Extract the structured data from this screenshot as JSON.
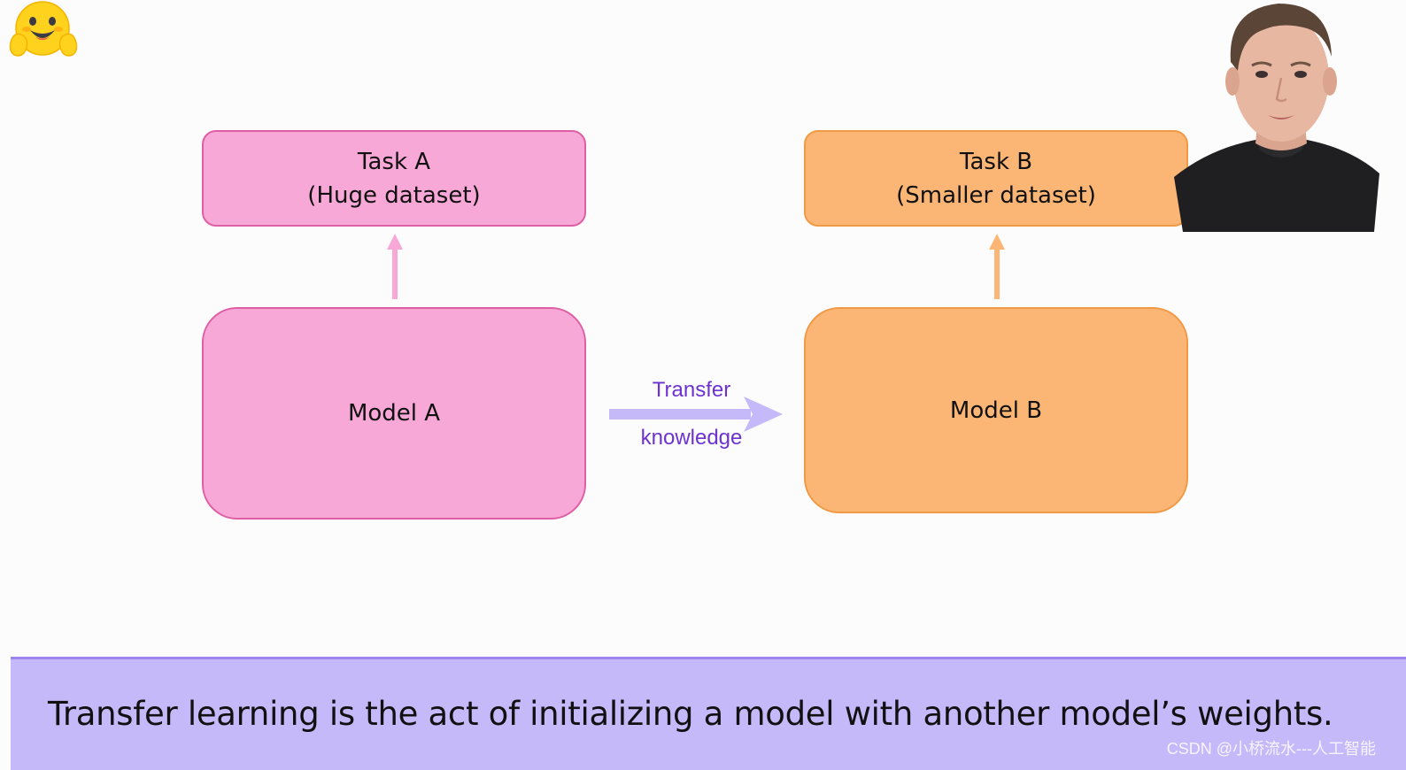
{
  "logo": {
    "icon": "hugging-face-icon"
  },
  "diagram": {
    "task_a": {
      "line1": "Task A",
      "line2": "(Huge dataset)"
    },
    "task_b": {
      "line1": "Task B",
      "line2": "(Smaller dataset)"
    },
    "model_a": {
      "label": "Model A"
    },
    "model_b": {
      "label": "Model B"
    },
    "transfer": {
      "label_top": "Transfer",
      "label_bottom": "knowledge"
    },
    "colors": {
      "pink_fill": "#f7a8d6",
      "pink_border": "#df5fa6",
      "orange_fill": "#fbb676",
      "orange_border": "#f19a45",
      "transfer_arrow": "#c6b9fa",
      "transfer_text": "#6d33cf"
    }
  },
  "presenter": {
    "icon": "presenter-video-icon"
  },
  "caption": {
    "text": "Transfer learning is the act of initializing a model with another model’s weights.",
    "background": "#c6b9fa"
  },
  "watermark": {
    "text": "CSDN @小桥流水---人工智能"
  }
}
